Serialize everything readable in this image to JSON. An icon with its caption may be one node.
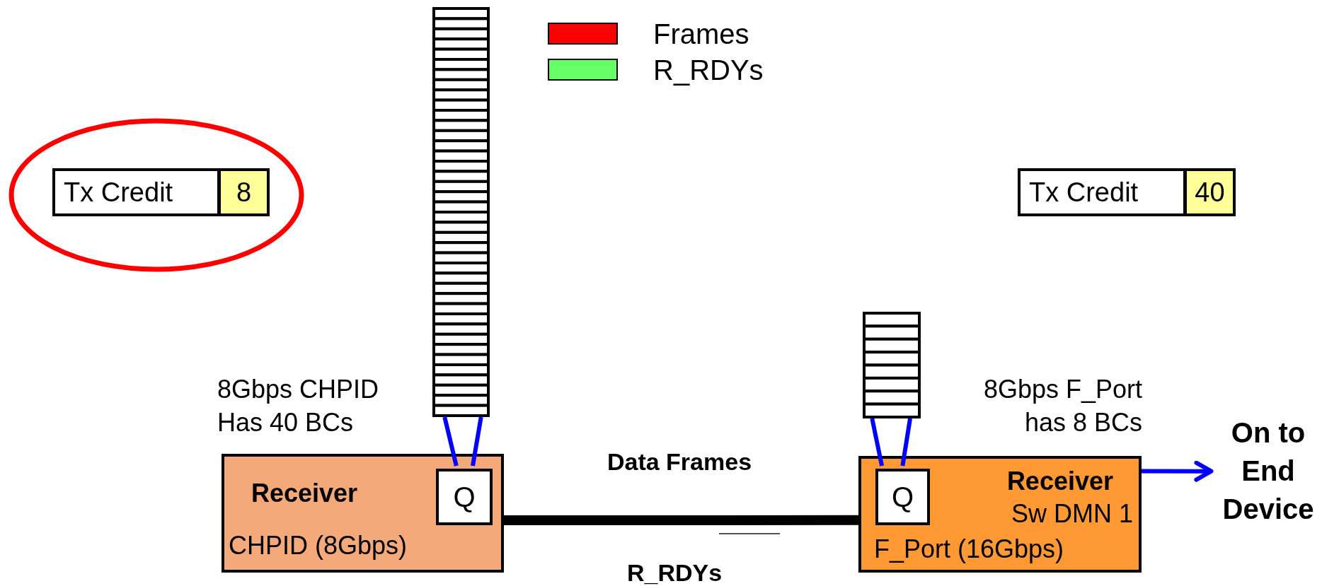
{
  "diagram": {
    "nodes": [
      {
        "text": [],
        "shape": "ellipse"
      },
      {
        "text": [
          "Tx Credit",
          "8"
        ],
        "in": 0
      },
      {
        "text": [
          "Tx Credit",
          "40"
        ]
      },
      {
        "text": [],
        "shape": "box"
      },
      {
        "text": [
          "Receiver",
          "CHPID (8Gbps)"
        ],
        "beside": [
          "8Gbps CHPID Has 40 BCs"
        ]
      },
      {
        "text": [
          "Q"
        ],
        "in": 4
      },
      {
        "text": [],
        "shape": "box"
      },
      {
        "text": [
          "Receiver",
          "Sw DMN 1",
          "F_Port (16Gbps)"
        ],
        "beside": [
          "8Gbps F_Port has 8 BCs"
        ]
      },
      {
        "text": [
          "Q"
        ],
        "in": 7
      },
      {
        "text": [
          "On to End Device"
        ]
      }
    ],
    "edges": [
      {
        "from": 3,
        "to": 5,
        "arrow": "none"
      },
      {
        "from": 3,
        "to": 5,
        "arrow": "none"
      },
      {
        "from": 6,
        "to": 8,
        "arrow": "none"
      },
      {
        "from": 6,
        "to": 8,
        "arrow": "none"
      },
      {
        "from": 4,
        "to": 7,
        "arrow": "none",
        "label": "Data Frames",
        "style": "thick",
        "color": "#000000"
      },
      {
        "from": 7,
        "to": 9,
        "arrow": "to"
      }
    ],
    "labels": [
      "R_RDYs"
    ],
    "legend": [
      {
        "text": "Frames",
        "color": "#ff0000"
      },
      {
        "text": "R_RDYs",
        "color": "#66ff66"
      }
    ]
  }
}
